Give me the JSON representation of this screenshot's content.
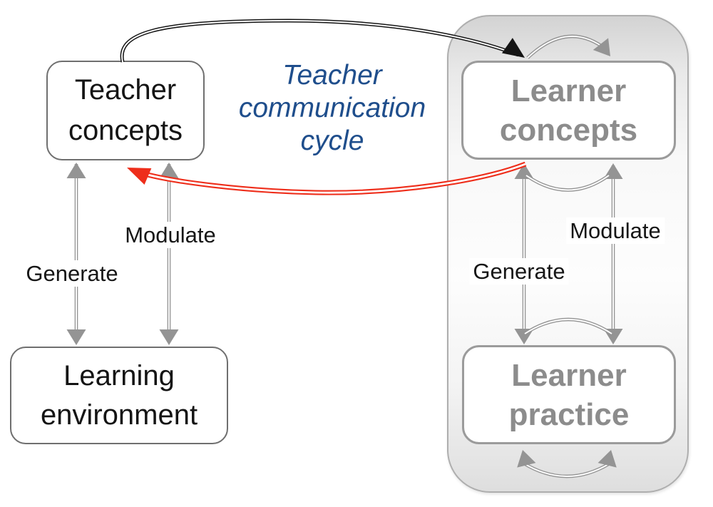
{
  "nodes": {
    "teacher_concepts": {
      "label": "Teacher\nconcepts",
      "text_color": "#141414"
    },
    "learning_environment": {
      "label": "Learning\nenvironment",
      "text_color": "#141414"
    },
    "learner_concepts": {
      "label": "Learner\nconcepts",
      "text_color": "#8c8c8c"
    },
    "learner_practice": {
      "label": "Learner\npractice",
      "text_color": "#8c8c8c"
    }
  },
  "annotations": {
    "cycle_label": "Teacher\ncommunication\ncycle",
    "cycle_label_color": "#1f4e8c"
  },
  "arrows": [
    {
      "name": "teacher-communication",
      "from": "Teacher concepts",
      "to": "Learner concepts",
      "label": "",
      "color": "#141414",
      "style": "double-line curve"
    },
    {
      "name": "learner-feedback",
      "from": "Learner concepts",
      "to": "Teacher concepts",
      "label": "",
      "color": "#ee2e1b",
      "style": "double-line curve"
    },
    {
      "name": "teacher-generate",
      "from": "Teacher concepts",
      "to": "Learning environment",
      "label": "Generate",
      "color": "#949494",
      "bidirectional": true
    },
    {
      "name": "teacher-modulate",
      "from": "Learning environment",
      "to": "Teacher concepts",
      "label": "Modulate",
      "color": "#949494",
      "bidirectional": true
    },
    {
      "name": "learner-generate",
      "from": "Learner concepts",
      "to": "Learner practice",
      "label": "Generate",
      "color": "#949494",
      "bidirectional": true
    },
    {
      "name": "learner-modulate",
      "from": "Learner practice",
      "to": "Learner concepts",
      "label": "Modulate",
      "color": "#949494",
      "bidirectional": true
    }
  ],
  "colors": {
    "arrow_gray": "#949494",
    "arrow_black": "#141414",
    "arrow_red": "#ee2e1b",
    "container_border": "#aeaeae",
    "box_border_left": "#6f6f6f",
    "box_border_right": "#9b9b9b",
    "learner_text": "#8c8c8c",
    "annotation_blue": "#1f4e8c"
  }
}
